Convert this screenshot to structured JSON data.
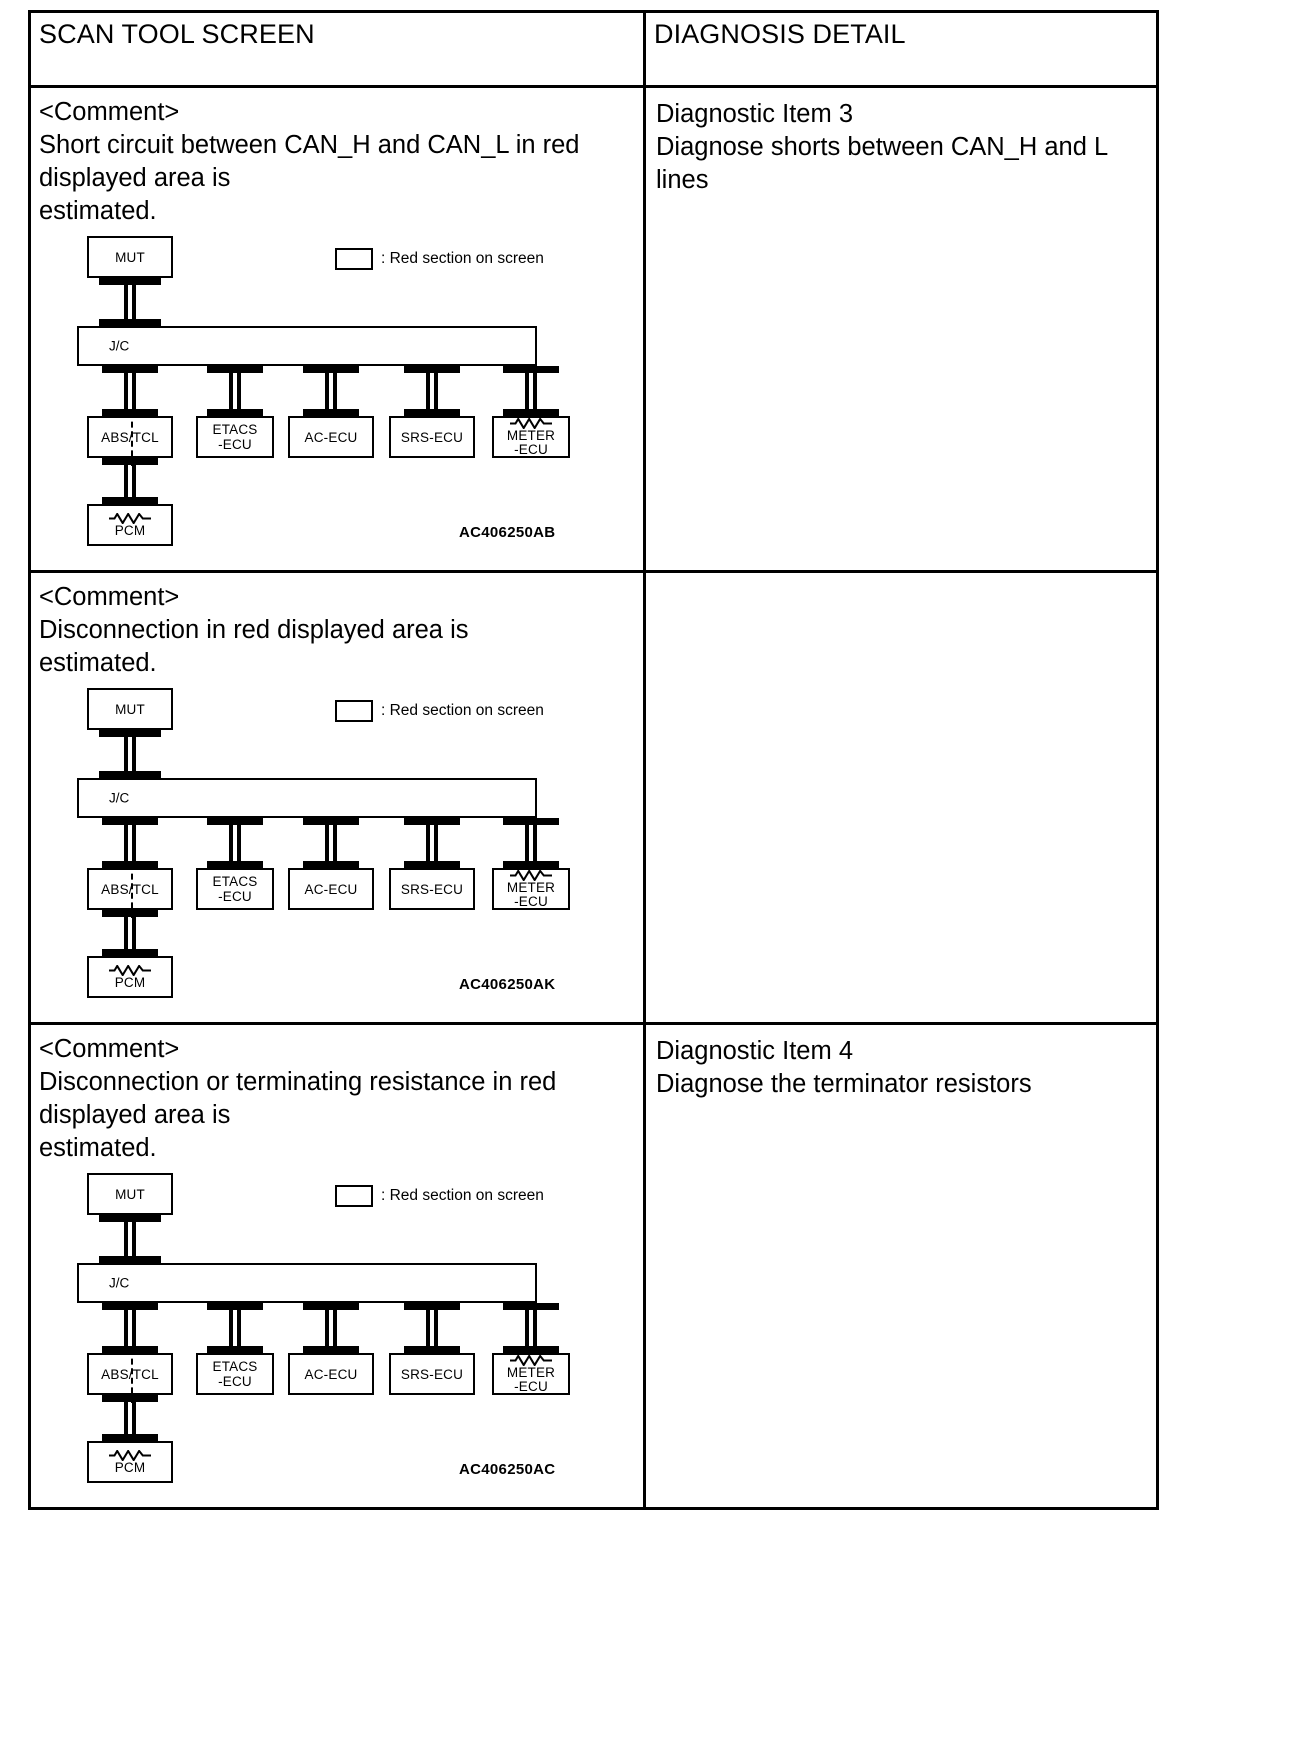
{
  "table": {
    "headers": {
      "left": "SCAN TOOL SCREEN",
      "right": "DIAGNOSIS DETAIL"
    },
    "rows": [
      {
        "comment_title": "<Comment>",
        "comment_lines": [
          "Short circuit between CAN_H and CAN_L in red",
          "displayed area is",
          "estimated."
        ],
        "diagram": {
          "legend_label": ": Red section on screen",
          "drawing_code": "AC406250AB",
          "bus_label": "J/C",
          "top_node": "MUT",
          "bottom_node": "PCM",
          "ecus": [
            "ABS/TCL",
            "ETACS\n-ECU",
            "AC-ECU",
            "SRS-ECU",
            "METER\n-ECU"
          ],
          "resistor_nodes": [
            "METER-ECU",
            "PCM"
          ]
        },
        "diagnosis": {
          "item": "Diagnostic Item 3",
          "lines": [
            "Diagnose shorts between CAN_H and L",
            "lines"
          ]
        }
      },
      {
        "comment_title": "<Comment>",
        "comment_lines": [
          "Disconnection in red displayed area is",
          "estimated."
        ],
        "diagram": {
          "legend_label": ": Red section on screen",
          "drawing_code": "AC406250AK",
          "bus_label": "J/C",
          "top_node": "MUT",
          "bottom_node": "PCM",
          "ecus": [
            "ABS/TCL",
            "ETACS\n-ECU",
            "AC-ECU",
            "SRS-ECU",
            "METER\n-ECU"
          ],
          "resistor_nodes": [
            "METER-ECU",
            "PCM"
          ]
        },
        "diagnosis": null
      },
      {
        "comment_title": "<Comment>",
        "comment_lines": [
          "Disconnection or terminating resistance in red",
          "displayed area is",
          "estimated."
        ],
        "diagram": {
          "legend_label": ": Red section on screen",
          "drawing_code": "AC406250AC",
          "bus_label": "J/C",
          "top_node": "MUT",
          "bottom_node": "PCM",
          "ecus": [
            "ABS/TCL",
            "ETACS\n-ECU",
            "AC-ECU",
            "SRS-ECU",
            "METER\n-ECU"
          ],
          "resistor_nodes": [
            "METER-ECU",
            "PCM"
          ]
        },
        "diagnosis": {
          "item": "Diagnostic Item 4",
          "lines": [
            "Diagnose the terminator resistors"
          ]
        }
      }
    ]
  },
  "colors": {
    "line": "#000000",
    "background": "#ffffff"
  }
}
